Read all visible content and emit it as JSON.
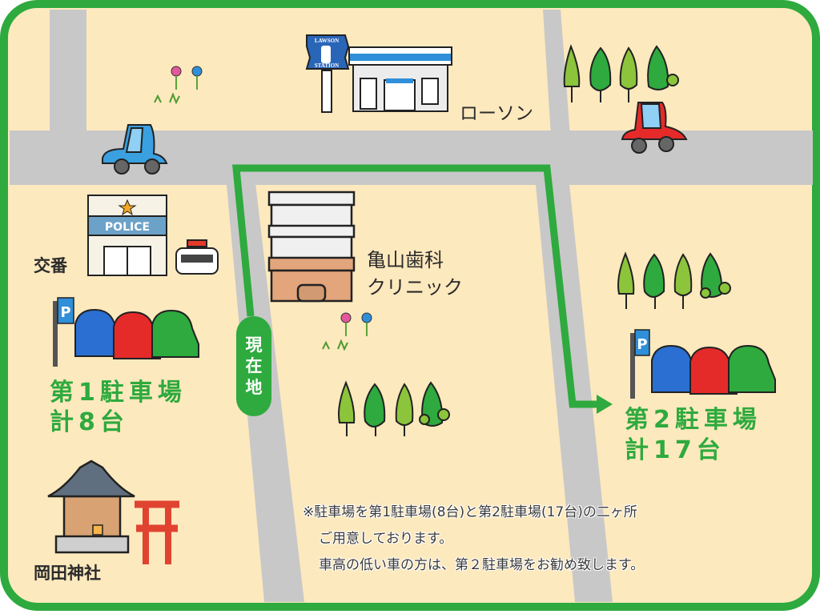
{
  "map": {
    "colors": {
      "frame": "#2eaa3e",
      "ground": "#fde9be",
      "road": "#c8c8c8",
      "route": "#2eaa3e",
      "label_green": "#2eaa3e",
      "text_dark": "#2b2b2b"
    },
    "current_location": {
      "label_chars": [
        "現",
        "在",
        "地"
      ]
    },
    "landmarks": {
      "lawson": {
        "sign_top": "LAWSON",
        "sign_bottom": "STATION",
        "label": "ローソン"
      },
      "police_box": {
        "sign": "POLICE",
        "label": "交番"
      },
      "dental_clinic": {
        "label_line1": "亀山歯科",
        "label_line2": "クリニック"
      },
      "shrine": {
        "label": "岡田神社"
      }
    },
    "parking": {
      "lot1": {
        "sign": "P",
        "title": "第1駐車場",
        "capacity": "計8台"
      },
      "lot2": {
        "sign": "P",
        "title": "第2駐車場",
        "capacity": "計17台"
      }
    },
    "notes": {
      "line1": "※駐車場を第1駐車場(8台)と第2駐車場(17台)の二ヶ所",
      "line2": "ご用意しております。",
      "line3": "車高の低い車の方は、第２駐車場をお勧め致します。"
    }
  }
}
